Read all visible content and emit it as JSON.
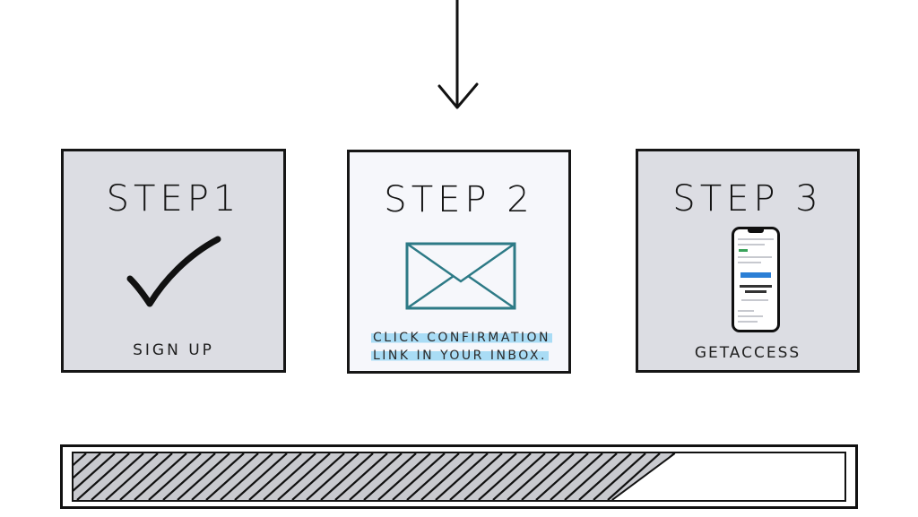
{
  "steps": [
    {
      "title": "STEP1",
      "caption": "SIGN UP",
      "state": "completed",
      "icon": "checkmark-icon"
    },
    {
      "title": "STEP 2",
      "caption_lines": [
        "CLICK CONFIRMATION",
        "LINK IN YOUR INBOX."
      ],
      "state": "current",
      "icon": "envelope-icon"
    },
    {
      "title": "STEP 3",
      "caption": "GETACCESS",
      "state": "pending",
      "icon": "phone-icon"
    }
  ],
  "progress": {
    "value_percent": 78
  },
  "colors": {
    "card_inactive": "#dcdde3",
    "card_active": "#f6f7fb",
    "envelope": "#2d7a86",
    "highlight": "#a9dcf5",
    "ink": "#161616"
  }
}
